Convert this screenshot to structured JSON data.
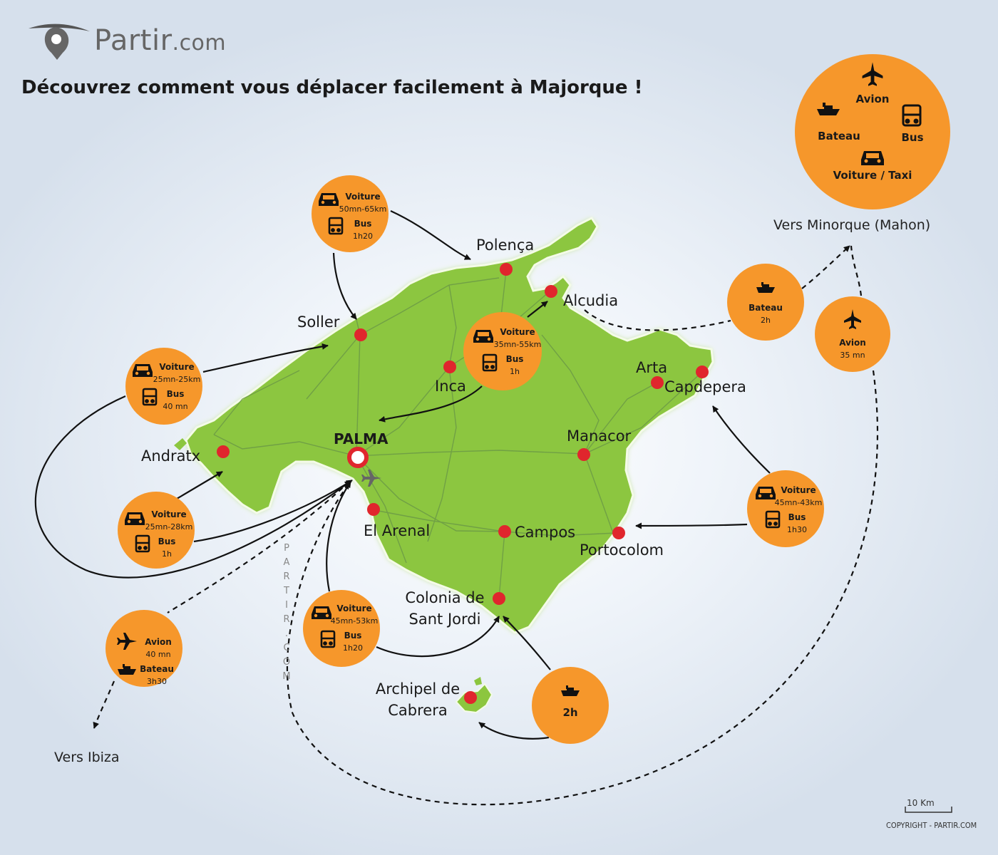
{
  "brand": {
    "name": "Partir",
    "suffix": ".com"
  },
  "title": "Découvrez comment vous déplacer facilement à Majorque !",
  "legend": {
    "avion": "Avion",
    "bateau": "Bateau",
    "bus": "Bus",
    "voiture": "Voiture / Taxi"
  },
  "cities": {
    "palma": "PALMA",
    "polenca": "Polença",
    "alcudia": "Alcudia",
    "soller": "Soller",
    "inca": "Inca",
    "arta": "Arta",
    "capdepera": "Capdepera",
    "andratx": "Andratx",
    "manacor": "Manacor",
    "el_arenal": "El Arenal",
    "campos": "Campos",
    "portocolom": "Portocolom",
    "colonia_1": "Colonia de",
    "colonia_2": "Sant Jordi",
    "cabrera_1": "Archipel de",
    "cabrera_2": "Cabrera"
  },
  "destinations": {
    "minorque": "Vers Minorque (Mahon)",
    "ibiza": "Vers Ibiza"
  },
  "routes": {
    "polenca": {
      "car_label": "Voiture",
      "car_time": "50mn-65km",
      "bus_label": "Bus",
      "bus_time": "1h20"
    },
    "soller": {
      "car_label": "Voiture",
      "car_time": "25mn-25km",
      "bus_label": "Bus",
      "bus_time": "40 mn"
    },
    "alcudia": {
      "car_label": "Voiture",
      "car_time": "35mn-55km",
      "bus_label": "Bus",
      "bus_time": "1h"
    },
    "andratx": {
      "car_label": "Voiture",
      "car_time": "25mn-28km",
      "bus_label": "Bus",
      "bus_time": "1h"
    },
    "colonia": {
      "car_label": "Voiture",
      "car_time": "45mn-53km",
      "bus_label": "Bus",
      "bus_time": "1h20"
    },
    "capdepera": {
      "car_label": "Voiture",
      "car_time": "45mn-43km",
      "bus_label": "Bus",
      "bus_time": "1h30"
    },
    "minorque_boat": {
      "label": "Bateau",
      "time": "2h"
    },
    "minorque_plane": {
      "label": "Avion",
      "time": "35 mn"
    },
    "ibiza": {
      "plane_label": "Avion",
      "plane_time": "40 mn",
      "boat_label": "Bateau",
      "boat_time": "3h30"
    },
    "cabrera_boat": {
      "time": "2h"
    }
  },
  "watermark": [
    "P",
    "A",
    "R",
    "T",
    "I",
    "R",
    ".",
    "C",
    "O",
    "M"
  ],
  "scale": "10 Km",
  "copyright": "COPYRIGHT - PARTIR.COM",
  "colors": {
    "island": "#8cc63f",
    "orange": "#f6972b",
    "city_dot": "#e0262d",
    "road": "#6c9a46"
  },
  "icons": [
    "plane-icon",
    "ship-icon",
    "bus-icon",
    "car-icon",
    "logo-pin-icon"
  ]
}
